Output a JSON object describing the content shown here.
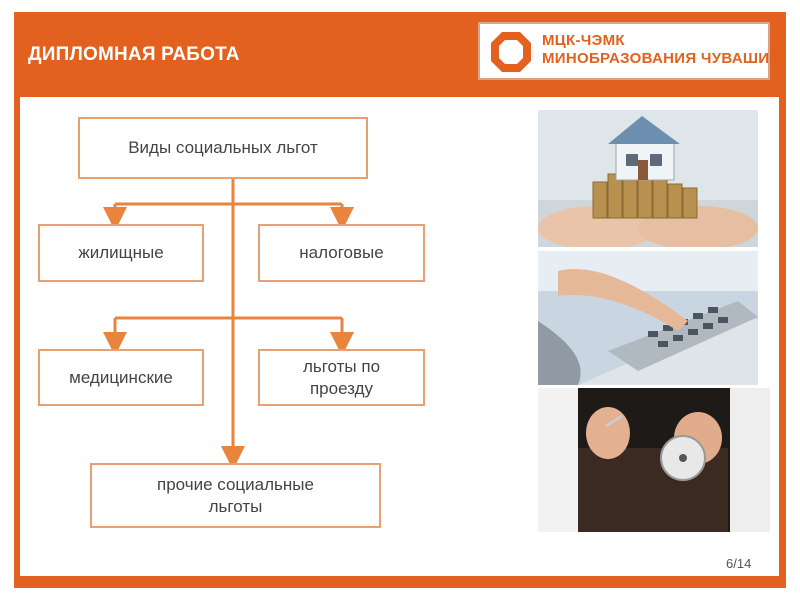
{
  "header": {
    "title": "ДИПЛОМНАЯ РАБОТА",
    "logo": {
      "line1": "МЦК-ЧЭМК",
      "line2": "МИНОБРАЗОВАНИЯ ЧУВАШИИ",
      "icon": "octagon-logo-icon"
    }
  },
  "diagram": {
    "root": "Виды социальных льгот",
    "nodes": {
      "housing": "жилищные",
      "tax": "налоговые",
      "medical": "медицинские",
      "transport": "льготы по проезду",
      "other": "прочие социальные льготы"
    }
  },
  "photos": [
    {
      "name": "house-coins-photo"
    },
    {
      "name": "calculator-photo"
    },
    {
      "name": "medical-bag-photo"
    }
  ],
  "footer": {
    "page": "6/14"
  },
  "colors": {
    "accent": "#e2611e",
    "node_border": "#e8a070",
    "connector": "#e8843e"
  }
}
